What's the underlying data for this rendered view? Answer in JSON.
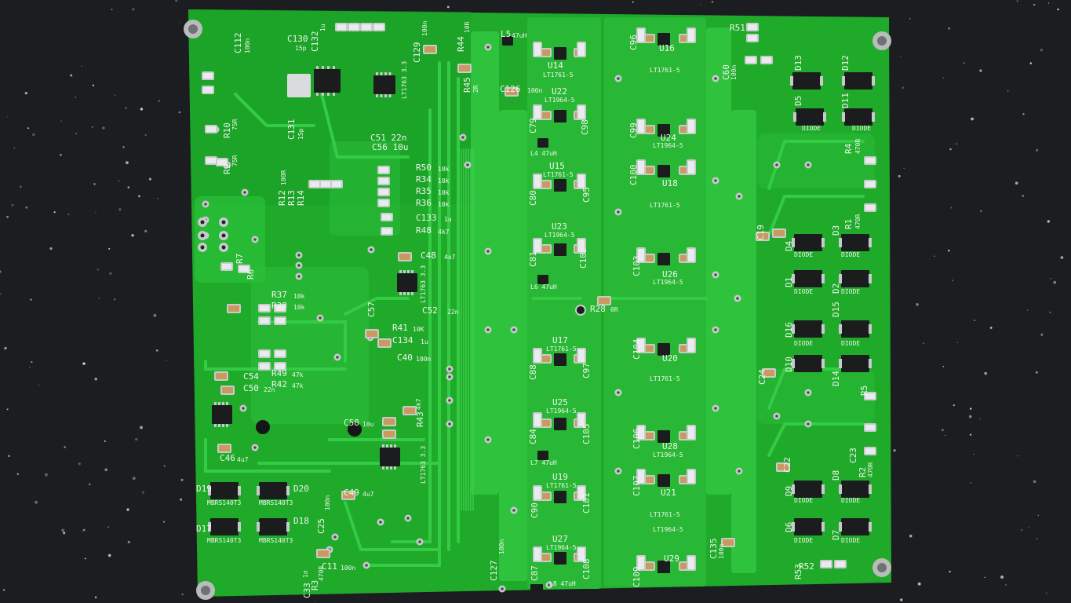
{
  "photo": {
    "colors": {
      "background": "#151618",
      "board": "#1faa2a",
      "board_dark": "#168a21",
      "copper_pour": "#2bc03a",
      "silkscreen": "#f1f4ec",
      "ic_body": "#1b1c1e",
      "smd_cap": "#c99a5e",
      "resistor": "#e9ecee",
      "solder_pad": "#c7cbcc",
      "standoff": "#bfc2c2"
    }
  },
  "silkscreen": {
    "u14": "U14",
    "u22": "U22",
    "u15": "U15",
    "u23": "U23",
    "u17": "U17",
    "u25": "U25",
    "u19": "U19",
    "u27": "U27",
    "u16": "U16",
    "u24": "U24",
    "u18": "U18",
    "u26": "U26",
    "u20": "U20",
    "u28": "U28",
    "u21": "U21",
    "u29": "U29",
    "lt1761_a": "LT1761-5",
    "lt1964_a": "LT1964-5",
    "lt1761_b": "LT1761-5",
    "lt1964_b": "LT1964-5",
    "lt1761_c": "LT1761-5",
    "lt1964_c": "LT1964-5",
    "lt1761_d": "LT1761-5",
    "lt1964_d": "LT1964-5",
    "lt1761_e": "LT1761-5",
    "lt1964_e": "LT1964-5",
    "lt1761_f": "LT1761-5",
    "lt1964_f": "LT1964-5",
    "lt1761_g": "LT1761-5",
    "lt1964_g": "LT1964-5",
    "lt1761_h": "LT1761-5",
    "lt1964_h": "LT1964-5",
    "l5": "L5",
    "l5_val": "47uH",
    "l4": "L4 47uH",
    "l6": "L6 47uH",
    "l7": "L7 47uH",
    "l8": "L8 47uH",
    "c126": "C126",
    "c126_val": "100n",
    "c129": "C129",
    "c129_val": "100n",
    "r44": "R44",
    "r44_val": "10R",
    "r45": "R45",
    "r45_val": "2R",
    "c130": "C130",
    "c130_val": "15p",
    "c132": "C132",
    "c132_val": "1u",
    "c112": "C112",
    "c112_val": "100n",
    "c131": "C131",
    "c131_val": "15p",
    "c51": "C51 22n",
    "c56": "C56 10u",
    "r50": "R50",
    "r34": "R34",
    "r35": "R35",
    "r36": "R36",
    "v10k": "10k",
    "c133": "C133",
    "c133_val": "1u",
    "r48": "R48",
    "r48_val": "4k7",
    "c48": "C48",
    "c48_val": "4u7",
    "c52": "C52",
    "c52_val": "22n",
    "r41": "R41",
    "r41_val": "10K",
    "c134": "C134",
    "c134_val": "1u",
    "c40": "C40",
    "c40_val": "100n",
    "c57": "C57",
    "r37": "R37",
    "r37_val": "10k",
    "r38": "R38",
    "r38_val": "10k",
    "r49": "R49",
    "r42": "R42",
    "v47k": "47k",
    "c54": "C54",
    "c50": "C50",
    "c50_val": "22n",
    "c58": "C58",
    "c58_val": "10u",
    "r43": "R43",
    "r43_val": "4k7",
    "c49": "C49",
    "c49_val": "4u7",
    "c46": "C46",
    "c46_val": "4u7",
    "ic_mark_a": "LT1763 3.3",
    "ic_mark_b": "LT1763 3.3",
    "ic_mark_c": "LT1763 3.3",
    "d19": "D19",
    "d20": "D20",
    "d17": "D17",
    "d18": "D18",
    "mbrs_a": "MBRS140T3",
    "mbrs_b": "MBRS140T3",
    "mbrs_c": "MBRS140T3",
    "mbrs_d": "MBRS140T3",
    "c25": "C25",
    "c25_val": "100n",
    "c11": "C11",
    "c11_val": "100n",
    "r3": "R3",
    "r3_val": "470R",
    "c33": "C33",
    "c33_val": "1n",
    "r28": "R28",
    "r28_val": "0R",
    "c127": "C127",
    "c127_val": "100n",
    "c135": "C135",
    "c135_val": "100n",
    "c60": "C60",
    "c60_val": "100n",
    "d13": "D13",
    "d12": "D12",
    "d5": "D5",
    "d11": "D11",
    "d4": "D4",
    "d3": "D3",
    "d1": "D1",
    "d2": "D2",
    "d16": "D16",
    "d15": "D15",
    "d10": "D10",
    "d14": "D14",
    "d9": "D9",
    "d8": "D8",
    "d6": "D6",
    "d7": "D7",
    "diode": "DIODE",
    "r1": "R1",
    "r1_val": "470R",
    "r2": "R2",
    "r2_val": "470R",
    "r4": "R4",
    "r4_val": "470R",
    "r5": "R5",
    "c19": "C19",
    "c22": "C22",
    "c23": "C23",
    "c24": "C24",
    "r51": "R51",
    "r52": "R52",
    "r53": "R53",
    "c96": "C96",
    "c99": "C99",
    "c100": "C100",
    "c103": "C103",
    "c104": "C104",
    "c106": "C106",
    "c107": "C107",
    "c109": "C109",
    "c79": "C79",
    "c80": "C80",
    "c81": "C81",
    "c88": "C88",
    "c84": "C84",
    "c90": "C90",
    "c87": "C87",
    "c98": "C98",
    "c95": "C95",
    "c102": "C102",
    "c97": "C97",
    "c105": "C105",
    "c101": "C101",
    "c108": "C108",
    "r12": "R12",
    "r13": "R13",
    "r14": "R14",
    "v100r": "100R",
    "r7": "R7",
    "r6": "R6",
    "r10": "R10",
    "r9": "R9",
    "v75r": "75R"
  }
}
